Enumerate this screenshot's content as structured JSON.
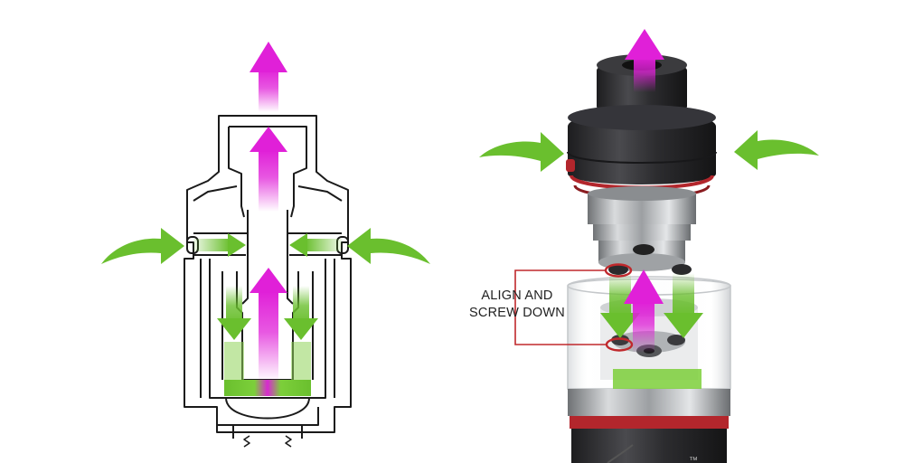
{
  "callout": {
    "line1": "ALIGN AND",
    "line2": "SCREW DOWN"
  },
  "logo_mark": "™",
  "colors": {
    "airflow_in": "#6abf2e",
    "vapor_out": "#e020d8",
    "callout_line": "#c0282c",
    "outline": "#1a1a1a",
    "metal": "#b9bcbf",
    "cap_dark": "#2b2b2d",
    "ring_red": "#b3262c"
  },
  "icons": [
    "green-airflow-arrow",
    "magenta-vapor-arrow"
  ]
}
